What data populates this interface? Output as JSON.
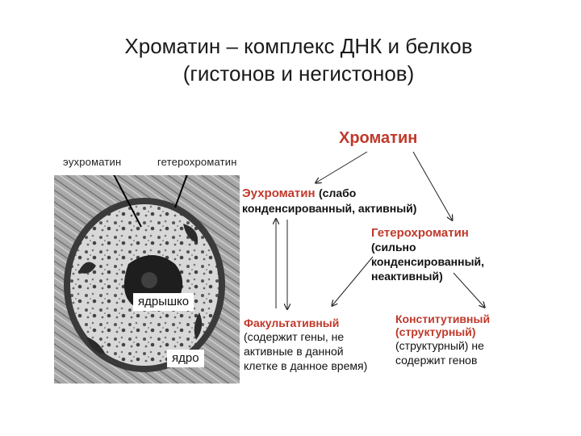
{
  "title": {
    "line1": "Хроматин – комплекс ДНК и белков",
    "line2": "(гистонов и негистонов)"
  },
  "micrograph": {
    "label_euchromatin": "эухроматин",
    "label_heterochromatin": "гетерохроматин",
    "label_nucleolus": "ядрышко",
    "label_nucleus": "ядро"
  },
  "scheme": {
    "root": "Хроматин",
    "euchromatin": {
      "name": "Эухроматин",
      "desc_inline": "(слабо",
      "desc_line2": "конденсированный, активный)"
    },
    "heterochromatin": {
      "name": "Гетерохроматин",
      "desc_lines": [
        "(сильно",
        "конденсированный,",
        "неактивный)"
      ]
    },
    "facultative": {
      "name": "Факультативный",
      "desc_lines": [
        "(содержит гены, не",
        "активные в данной",
        "клетке в данное время)"
      ]
    },
    "constitutive": {
      "name": "Конститутивный",
      "name_line2": "(структурный)",
      "desc_lines": [
        "(структурный) не",
        "содержит генов"
      ]
    }
  },
  "colors": {
    "accent_red": "#c0392b",
    "text": "#111111"
  }
}
